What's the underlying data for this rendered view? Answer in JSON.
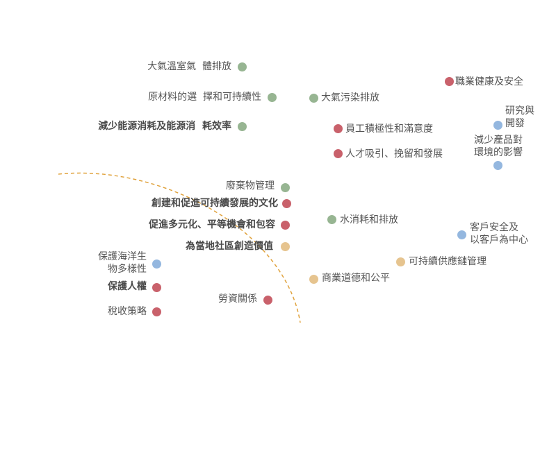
{
  "colors": {
    "red": "#c9616b",
    "green": "#97b592",
    "blue": "#94b7df",
    "yellow": "#e6c48f",
    "threshold_line": "#e0a23c"
  },
  "items": [
    {
      "id": "ghg",
      "label": "大氣溫室氣  體排放",
      "color": "green",
      "bold": false
    },
    {
      "id": "materials",
      "label": "原材料的選  擇和可持續性",
      "color": "green",
      "bold": false
    },
    {
      "id": "energy",
      "label": "減少能源消耗及能源消  耗效率",
      "color": "green",
      "bold": true
    },
    {
      "id": "air",
      "label": "大氣污染排放",
      "color": "green",
      "bold": false
    },
    {
      "id": "ohs",
      "label": "職業健康及安全",
      "color": "red",
      "bold": false
    },
    {
      "id": "engagement",
      "label": "員工積極性和滿意度",
      "color": "red",
      "bold": false
    },
    {
      "id": "rnd",
      "label": "研究與\n開發",
      "color": "blue",
      "bold": false
    },
    {
      "id": "talent",
      "label": "人才吸引、挽留和發展",
      "color": "red",
      "bold": false
    },
    {
      "id": "product",
      "label": "減少產品對\n環境的影響",
      "color": "blue",
      "bold": false
    },
    {
      "id": "waste",
      "label": "廢棄物管理",
      "color": "green",
      "bold": false
    },
    {
      "id": "culture",
      "label": "創建和促進可持續發展的文化",
      "color": "red",
      "bold": true
    },
    {
      "id": "water",
      "label": "水消耗和排放",
      "color": "green",
      "bold": false
    },
    {
      "id": "diversity",
      "label": "促進多元化、平等機會和包容",
      "color": "red",
      "bold": true
    },
    {
      "id": "customer",
      "label": "客戶安全及\n以客戶為中心",
      "color": "blue",
      "bold": false
    },
    {
      "id": "community",
      "label": "為當地社區創造價值",
      "color": "yellow",
      "bold": true
    },
    {
      "id": "marine",
      "label": "保護海洋生\n物多樣性",
      "color": "blue",
      "bold": false
    },
    {
      "id": "supplychain",
      "label": "可持續供應鏈管理",
      "color": "yellow",
      "bold": false
    },
    {
      "id": "ethics",
      "label": "商業道德和公平",
      "color": "yellow",
      "bold": false
    },
    {
      "id": "humanrights",
      "label": "保護人權",
      "color": "red",
      "bold": true
    },
    {
      "id": "labour",
      "label": "勞資關係",
      "color": "red",
      "bold": false
    },
    {
      "id": "tax",
      "label": "稅收策略",
      "color": "red",
      "bold": false
    }
  ]
}
